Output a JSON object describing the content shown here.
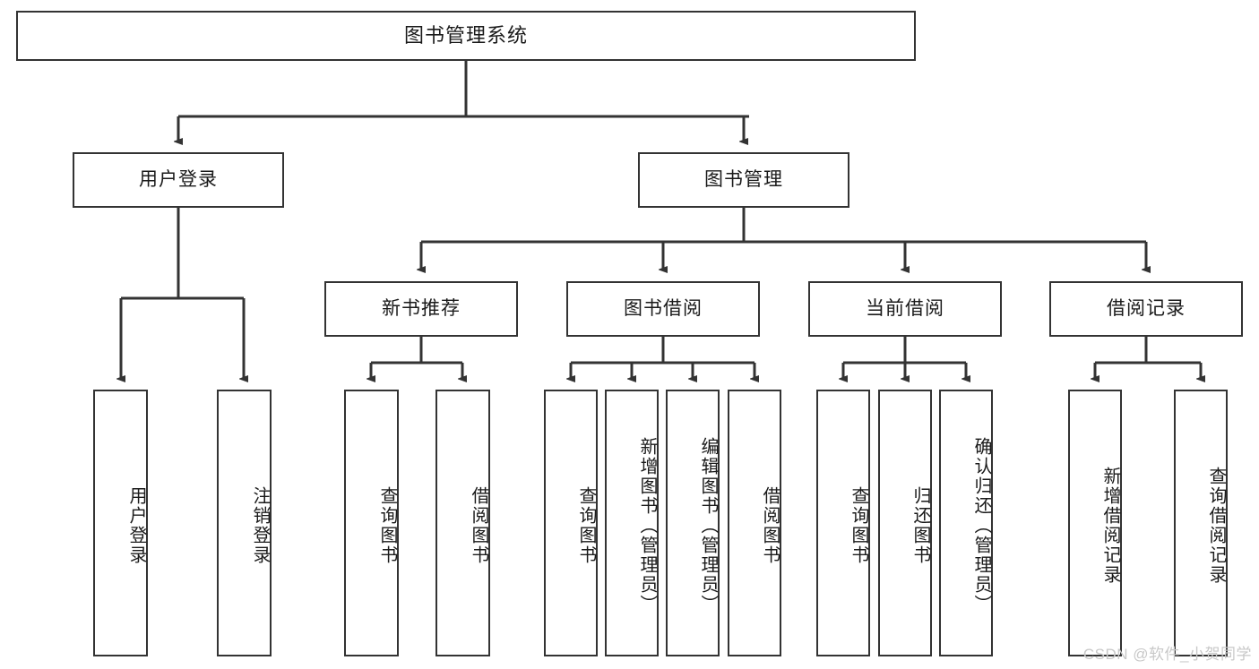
{
  "diagram": {
    "title": "图书管理系统",
    "type": "hierarchy-tree",
    "root": {
      "id": "root",
      "label": "图书管理系统"
    },
    "level2": [
      {
        "id": "user-login",
        "label": "用户登录"
      },
      {
        "id": "book-manage",
        "label": "图书管理"
      }
    ],
    "level3": [
      {
        "id": "new-book-recommend",
        "label": "新书推荐"
      },
      {
        "id": "book-borrow",
        "label": "图书借阅"
      },
      {
        "id": "current-borrow",
        "label": "当前借阅"
      },
      {
        "id": "borrow-record",
        "label": "借阅记录"
      }
    ],
    "leaves": {
      "user_login": [
        {
          "id": "leaf-user-login",
          "label": "用户登录"
        },
        {
          "id": "leaf-user-logout",
          "label": "注销登录"
        }
      ],
      "new_book_recommend": [
        {
          "id": "leaf-query-book-1",
          "label": "查询图书"
        },
        {
          "id": "leaf-borrow-book-1",
          "label": "借阅图书"
        }
      ],
      "book_borrow": [
        {
          "id": "leaf-query-book-2",
          "label": "查询图书"
        },
        {
          "id": "leaf-add-book",
          "label": "新增图书（管理员）"
        },
        {
          "id": "leaf-edit-book",
          "label": "编辑图书（管理员）"
        },
        {
          "id": "leaf-borrow-book-2",
          "label": "借阅图书"
        }
      ],
      "current_borrow": [
        {
          "id": "leaf-query-book-3",
          "label": "查询图书"
        },
        {
          "id": "leaf-return-book",
          "label": "归还图书"
        },
        {
          "id": "leaf-confirm-return",
          "label": "确认归还（管理员）"
        }
      ],
      "borrow_record": [
        {
          "id": "leaf-add-record",
          "label": "新增借阅记录"
        },
        {
          "id": "leaf-query-record",
          "label": "查询借阅记录"
        }
      ]
    },
    "colors": {
      "box_border": "#333333",
      "box_fill": "#ffffff",
      "connector": "#333333",
      "text": "#1a1a1a",
      "watermark": "#c8c8c8"
    }
  },
  "watermark": {
    "text": "CSDN @软件_小贺同学"
  }
}
